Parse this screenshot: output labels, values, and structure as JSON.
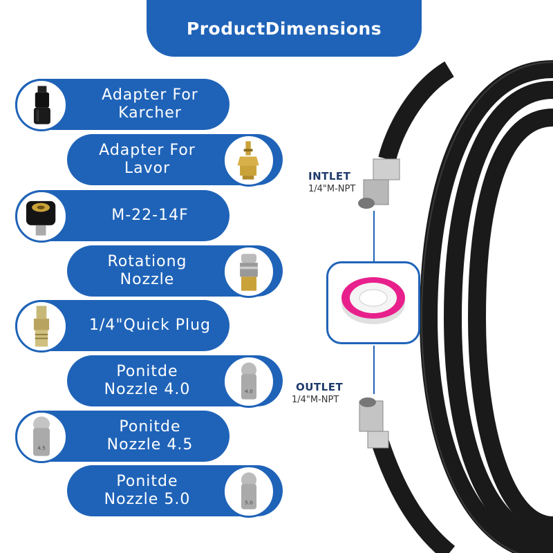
{
  "header": {
    "title": "ProductDimensions"
  },
  "items": [
    {
      "label": "Adapter For\nKarcher",
      "icon": "black-adapter-icon"
    },
    {
      "label": "Adapter For\nLavor",
      "icon": "brass-adapter-icon"
    },
    {
      "label": "M-22-14F",
      "icon": "m22-coupler-icon"
    },
    {
      "label": "Rotationg\nNozzle",
      "icon": "rotating-nozzle-icon"
    },
    {
      "label": "1/4\"Quick Plug",
      "icon": "quick-plug-icon"
    },
    {
      "label": "Ponitde\nNozzle 4.0",
      "icon": "nozzle-4-icon",
      "mark": "4.0"
    },
    {
      "label": "Ponitde\nNozzle 4.5",
      "icon": "nozzle-45-icon",
      "mark": "4.5"
    },
    {
      "label": "Ponitde\nNozzle 5.0",
      "icon": "nozzle-5-icon",
      "mark": "5.0"
    }
  ],
  "inlet": {
    "title": "INTLET",
    "spec": "1/4\"M-NPT"
  },
  "outlet": {
    "title": "OUTLET",
    "spec": "1/4\"M-NPT"
  },
  "colors": {
    "brand_blue": "#1f63b8",
    "hose": "#1a1a1a",
    "tape_pink": "#e8208c"
  }
}
